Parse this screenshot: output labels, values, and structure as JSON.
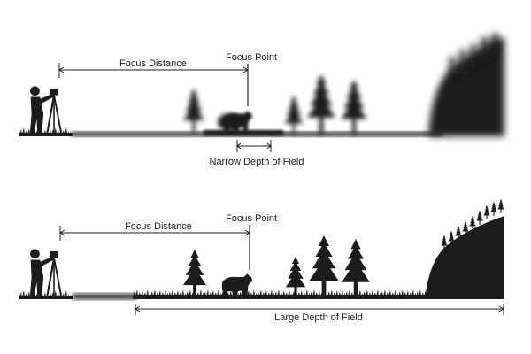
{
  "top_panel": {
    "focus_distance_label": "Focus Distance",
    "focus_point_label": "Focus Point",
    "depth_of_field_label": "Narrow Depth of Field"
  },
  "bottom_panel": {
    "focus_distance_label": "Focus Distance",
    "focus_point_label": "Focus Point",
    "depth_of_field_label": "Large Depth of Field"
  },
  "colors": {
    "silhouette": "#1c1c1c",
    "line": "#222222",
    "background": "#ffffff"
  }
}
